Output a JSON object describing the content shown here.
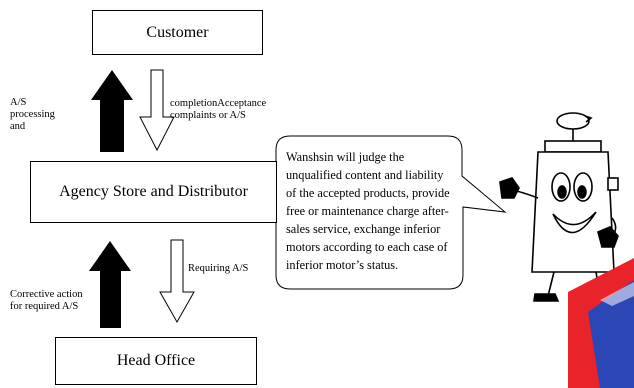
{
  "nodes": {
    "customer": "Customer",
    "agency": "Agency Store and Distributor",
    "head_office": "Head Office"
  },
  "labels": {
    "as_processing": [
      "A/S",
      "processing",
      "and"
    ],
    "completion": [
      "completionAcceptance",
      "complaints or A/S"
    ],
    "requiring": "Requiring A/S",
    "corrective": [
      "Corrective action",
      "for required A/S"
    ]
  },
  "speech_bubble": [
    "Wanshsin will judge the",
    "unqualified content and liability",
    "of the accepted products, provide",
    "free or maintenance charge after-",
    "sales service, exchange inferior",
    "motors according to each case of",
    "inferior motor’s status."
  ],
  "colors": {
    "arrow_solid": "#000000",
    "arrow_outline": "#000000",
    "logo_red": "#e8232a",
    "logo_blue": "#2b46b5",
    "mascot_fill": "#ffffff"
  },
  "icons": {
    "mascot": "motor-mascot-icon",
    "logo": "brand-logo-icon"
  }
}
